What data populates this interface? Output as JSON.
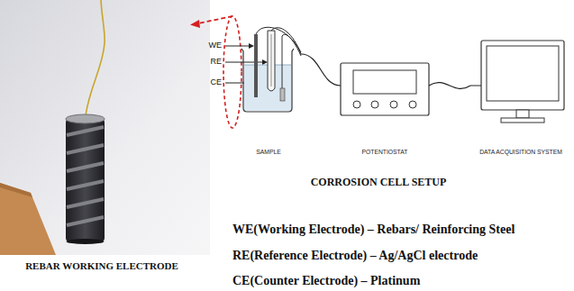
{
  "diagram": {
    "nodes": [
      {
        "text": [
          "SAMPLE"
        ]
      },
      {
        "text": [
          "POTENTIOSTAT"
        ]
      },
      {
        "text": [
          "DATA ACQUISITION SYSTEM"
        ]
      }
    ],
    "edges": [
      {
        "from": 0,
        "to": 1,
        "arrow": "none"
      },
      {
        "from": 1,
        "to": 2,
        "arrow": "none"
      }
    ],
    "labels": [
      "WE",
      "RE",
      "CE",
      "REBAR WORKING ELECTRODE",
      "CORROSION CELL SETUP",
      "WE(Working Electrode) – Rebars/ Reinforcing Steel",
      "RE(Reference Electrode) – Ag/AgCl electrode",
      "CE(Counter Electrode) – Platinum"
    ]
  }
}
